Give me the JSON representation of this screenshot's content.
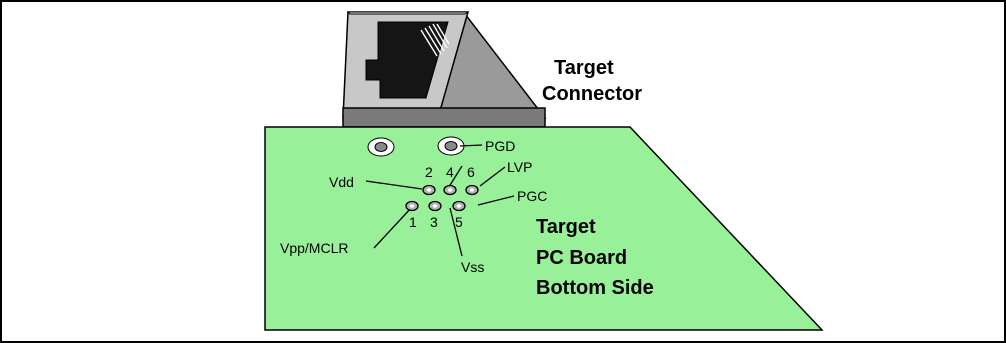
{
  "colors": {
    "board_fill": "#98F098",
    "board_stroke": "#000000",
    "connector_light": "#C8C8C8",
    "connector_mid": "#9A9A9A",
    "connector_dark": "#4E4E4E",
    "pad_fill": "#B4B4B4"
  },
  "icons": {
    "connector": "rj-connector-icon",
    "mounting_hole": "mounting-hole-icon",
    "pin_pad": "pin-pad-icon"
  },
  "labels": {
    "target_connector_line1": "Target",
    "target_connector_line2": "Connector",
    "board_line1": "Target",
    "board_line2": "PC Board",
    "board_line3": "Bottom Side",
    "pin_numbers": [
      "2",
      "4",
      "6",
      "1",
      "3",
      "5"
    ],
    "signals": {
      "pgd": "PGD",
      "lvp": "LVP",
      "vdd": "Vdd",
      "pgc": "PGC",
      "vpp": "Vpp/MCLR",
      "vss": "Vss"
    }
  }
}
